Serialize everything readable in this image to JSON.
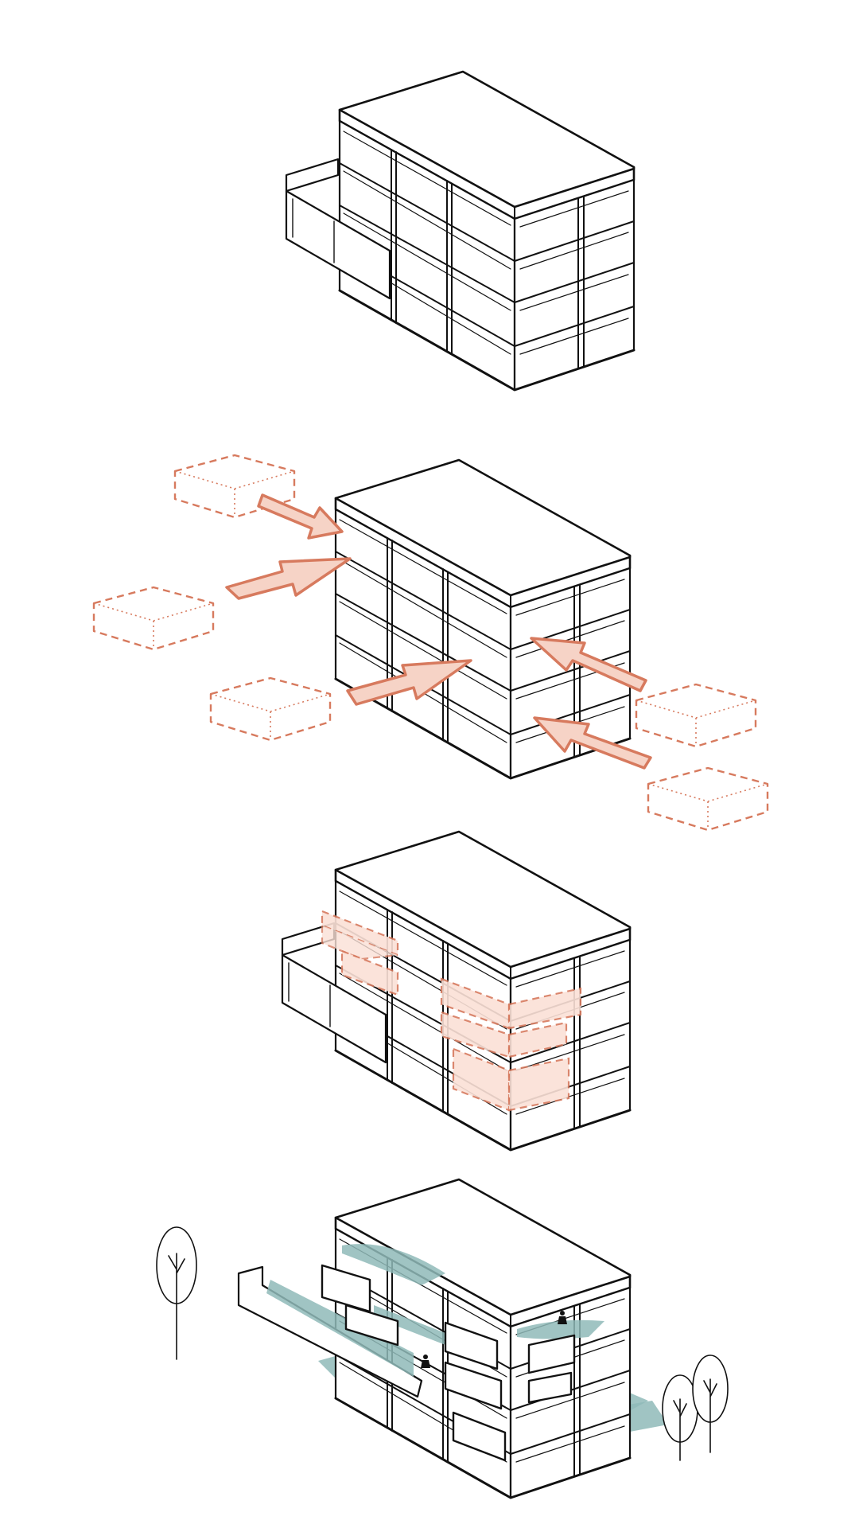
{
  "diagram": {
    "steps": [
      {
        "id": "base-structure",
        "stage": 1
      },
      {
        "id": "context-arrows",
        "stage": 2
      },
      {
        "id": "inserted-volumes",
        "stage": 3
      },
      {
        "id": "final-building",
        "stage": 4
      }
    ],
    "colors": {
      "line": "#111111",
      "accent": "#d77a5e",
      "accent_fill": "#f6d3c6",
      "shade": "#8fbab8",
      "background": "#ffffff"
    },
    "icons": [
      "person-icon",
      "tree-icon",
      "arrow-icon"
    ]
  }
}
